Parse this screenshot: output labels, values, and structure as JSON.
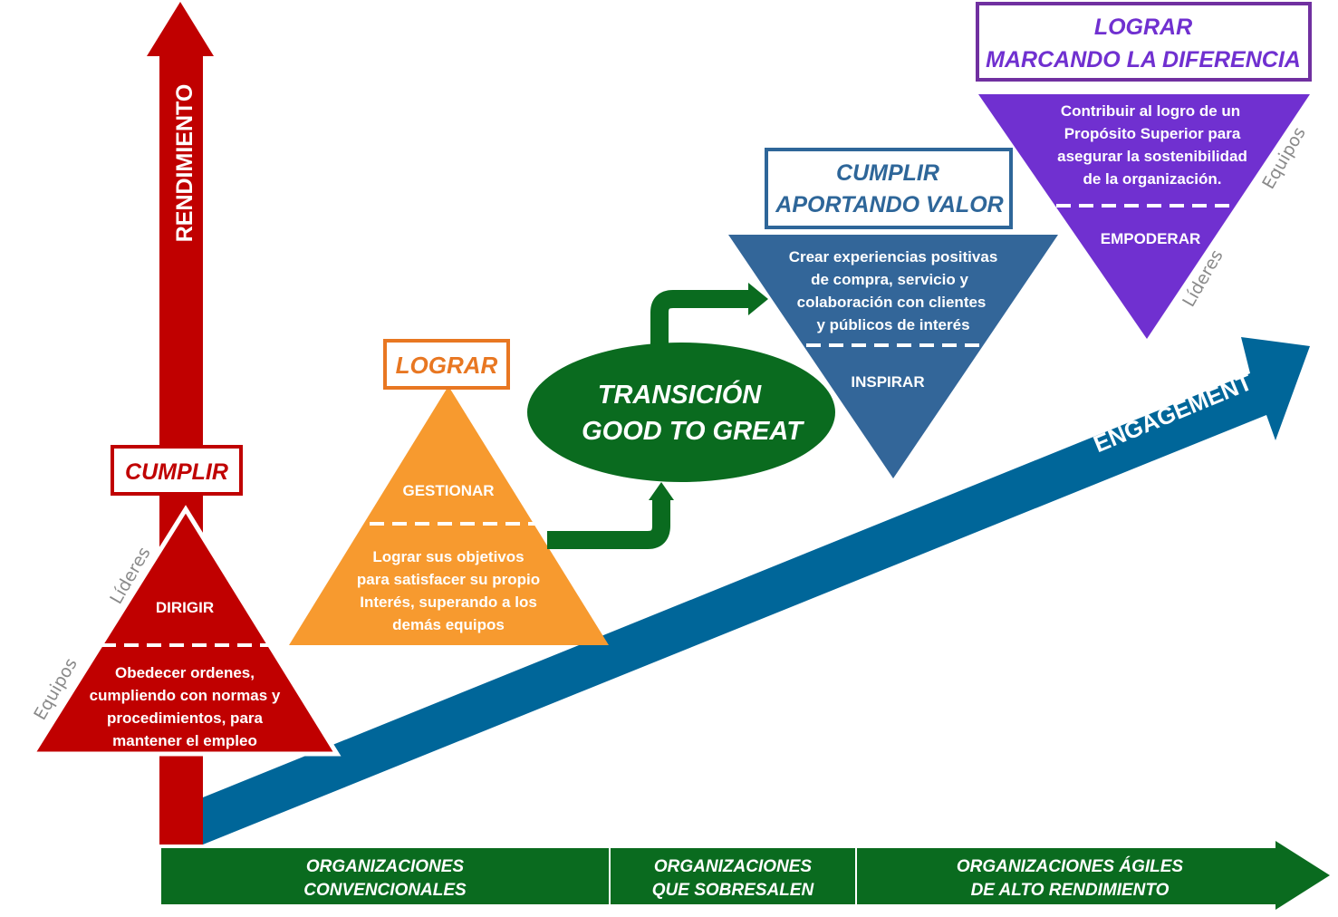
{
  "axis": {
    "label": "RENDIMIENTO"
  },
  "engagement": {
    "label": "ENGAGEMENT"
  },
  "bottom_band": {
    "segments": [
      {
        "line1": "ORGANIZACIONES",
        "line2": "CONVENCIONALES"
      },
      {
        "line1": "ORGANIZACIONES",
        "line2": "QUE SOBRESALEN"
      },
      {
        "line1": "ORGANIZACIONES ÁGILES",
        "line2": "DE ALTO RENDIMIENTO"
      }
    ]
  },
  "stage_cumplir": {
    "title": "CUMPLIR",
    "top": "DIRIGIR",
    "bottom": [
      "Obedecer ordenes,",
      "cumpliendo con normas y",
      "procedimientos, para",
      "mantener el empleo"
    ],
    "side_top": "Líderes",
    "side_bottom": "Equipos"
  },
  "stage_lograr": {
    "title": "LOGRAR",
    "top": "GESTIONAR",
    "bottom": [
      "Lograr sus objetivos",
      "para satisfacer su propio",
      "Interés, superando a los",
      "demás equipos"
    ]
  },
  "transition": {
    "line1": "TRANSICIÓN",
    "line2": "GOOD TO GREAT"
  },
  "stage_aportando": {
    "title1": "CUMPLIR",
    "title2": "APORTANDO VALOR",
    "top": [
      "Crear experiencias positivas",
      "de compra, servicio y",
      "colaboración  con clientes",
      "y públicos de interés"
    ],
    "bottom": "INSPIRAR"
  },
  "stage_diferencia": {
    "title1": "LOGRAR",
    "title2": "MARCANDO LA DIFERENCIA",
    "top": [
      "Contribuir al logro de un",
      "Propósito Superior para",
      "asegurar la sostenibilidad",
      "de la organización."
    ],
    "bottom": "EMPODERAR",
    "side_top": "Equipos",
    "side_bottom": "Líderes"
  },
  "colors": {
    "red": "#c00000",
    "orange": "#f79a2f",
    "green": "#0a6b1f",
    "blue": "#006699",
    "steel": "#336699",
    "purple": "#7030d0"
  }
}
